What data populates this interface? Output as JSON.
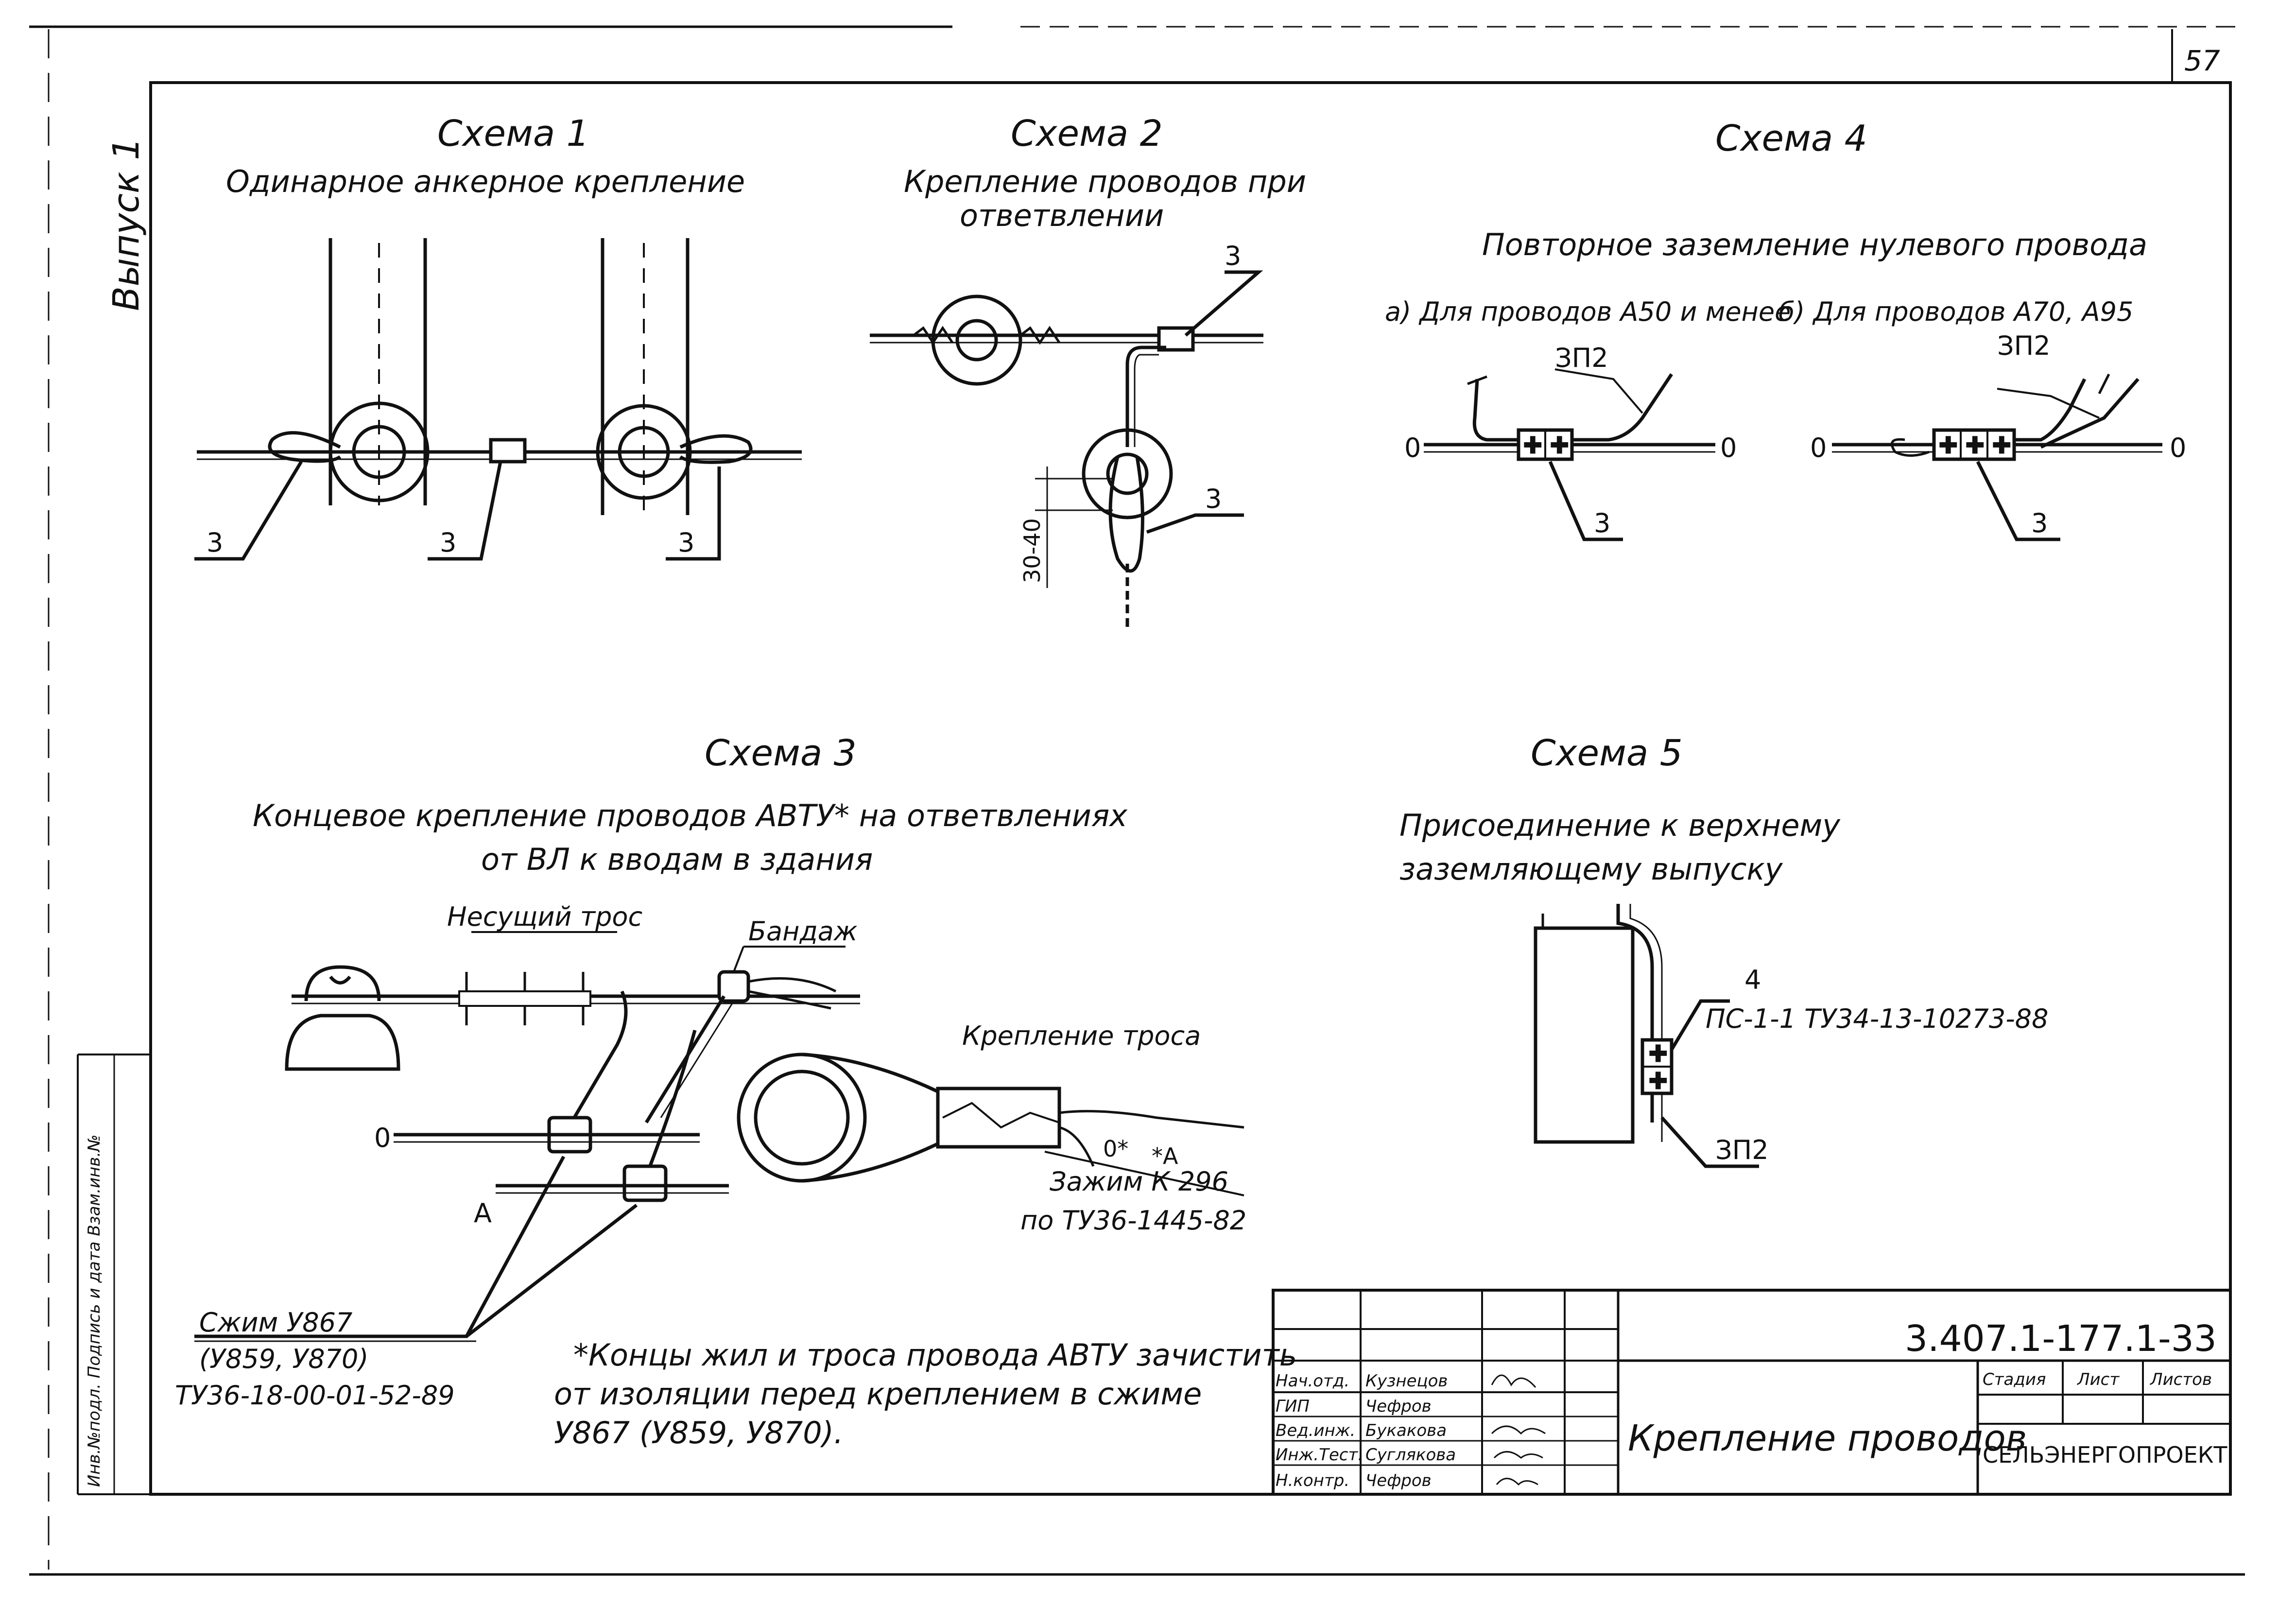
{
  "sheet": {
    "number": "57",
    "side_label": "Выпуск 1",
    "side_stamp": "Инв.№подл. Подпись и дата Взам.инв.№"
  },
  "scheme1": {
    "title": "Схема 1",
    "subtitle": "Одинарное анкерное крепление",
    "callouts": [
      "3",
      "3",
      "3"
    ]
  },
  "scheme2": {
    "title": "Схема 2",
    "subtitle_line1": "Крепление проводов при",
    "subtitle_line2": "ответвлении",
    "callouts": [
      "3",
      "3"
    ],
    "dimension": "30-40"
  },
  "scheme4": {
    "title": "Схема 4",
    "subtitle": "Повторное заземление нулевого провода",
    "variant_a": "а) Для проводов А50 и менее",
    "variant_b": "б) Для проводов А70, А95",
    "wire_label": "ЗП2",
    "zero_mark": "0",
    "callout": "3"
  },
  "scheme3": {
    "title": "Схема 3",
    "subtitle_line1": "Концевое крепление проводов АВТУ* на ответвлениях",
    "subtitle_line2": "от ВЛ к вводам в здания",
    "cable_label": "Несущий трос",
    "bandage_label": "Бандаж",
    "rope_fastening_label": "Крепление троса",
    "clamp_label_line1": "Зажим К 296",
    "clamp_label_line2": "по ТУ36-1445-82",
    "clamp2_line1": "Сжим У867",
    "clamp2_line2": "(У859, У870)",
    "clamp2_line3": "ТУ36-18-00-01-52-89",
    "mark_zero": "0",
    "mark_a": "А",
    "mark_zero_small": "0*",
    "mark_a_small": "*А"
  },
  "scheme5": {
    "title": "Схема 5",
    "subtitle_line1": "Присоединение к верхнему",
    "subtitle_line2": "заземляющему выпуску",
    "callout": "4",
    "connector_spec": "ПС-1-1 ТУ34-13-10273-88",
    "wire_label": "ЗП2"
  },
  "footnote": {
    "line1": "*Концы жил и троса провода АВТУ зачистить",
    "line2": "от изоляции перед креплением в сжиме",
    "line3": "У867 (У859, У870)."
  },
  "title_block": {
    "doc_code": "3.407.1-177.1-33",
    "doc_title": "Крепление проводов",
    "organization": "СЕЛЬЭНЕРГОПРОЕКТ",
    "stage_header": "Стадия",
    "sheet_header": "Лист",
    "sheets_header": "Листов",
    "roles": [
      {
        "role": "Нач.отд.",
        "name": "Кузнецов"
      },
      {
        "role": "ГИП",
        "name": "Чефров"
      },
      {
        "role": "Вед.инж.",
        "name": "Букакова"
      },
      {
        "role": "Инж.Тест.",
        "name": "Суглякова"
      },
      {
        "role": "Н.контр.",
        "name": "Чефров"
      }
    ]
  }
}
